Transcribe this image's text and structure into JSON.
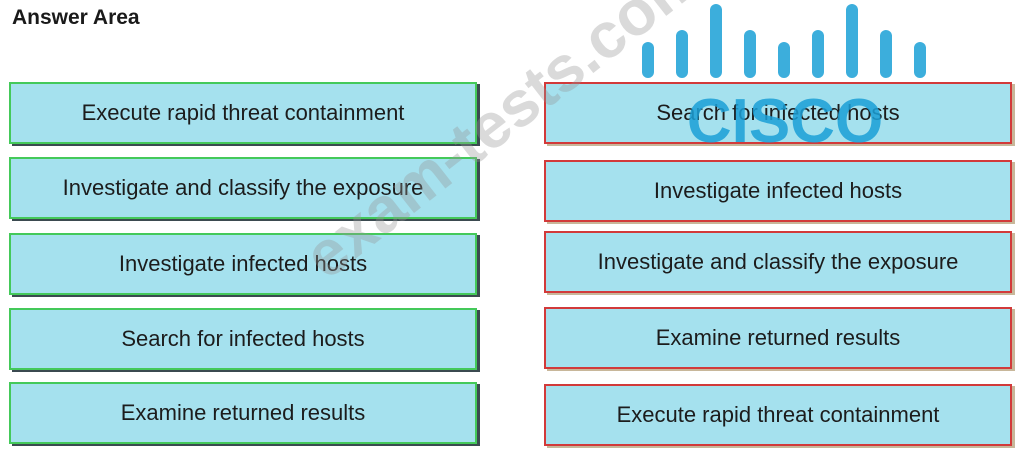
{
  "title": "Answer Area",
  "left_items": [
    {
      "label": "Execute rapid threat containment"
    },
    {
      "label": "Investigate and classify the exposure"
    },
    {
      "label": "Investigate infected hosts"
    },
    {
      "label": "Search for infected hosts"
    },
    {
      "label": "Examine returned results"
    }
  ],
  "right_items": [
    {
      "label": "Search for infected hosts"
    },
    {
      "label": "Investigate infected hosts"
    },
    {
      "label": "Investigate and classify the exposure"
    },
    {
      "label": "Examine returned results"
    },
    {
      "label": "Execute rapid threat containment"
    }
  ],
  "watermark": "exam-tests.com",
  "logo": {
    "text": "CISCO",
    "color": "#1ba0d7",
    "icon": "cisco-logo"
  },
  "colors": {
    "item_bg": "#a5e1ee",
    "left_border": "#44c95a",
    "right_border": "#d23a3a"
  }
}
